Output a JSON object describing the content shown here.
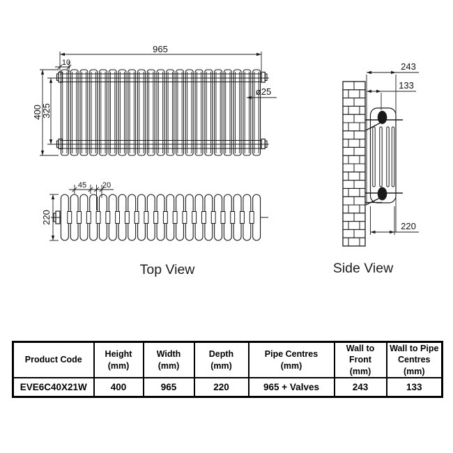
{
  "drawing": {
    "front_view": {
      "dim_width": "965",
      "dim_offset": "10",
      "dim_height_total": "400",
      "dim_pipe_centres_vertical": "325",
      "dim_tube_diameter": "ø25",
      "column_count": 21
    },
    "top_view": {
      "label": "Top View",
      "dim_section_pitch": "45",
      "dim_collar_width": "20",
      "dim_depth": "220",
      "column_count": 21
    },
    "side_view": {
      "label": "Side View",
      "dim_wall_to_front": "243",
      "dim_wall_to_pipe_centres": "133",
      "dim_depth": "220",
      "tube_count": 4
    }
  },
  "table": {
    "columns": [
      {
        "label": "Product Code",
        "unit": ""
      },
      {
        "label": "Height",
        "unit": "(mm)"
      },
      {
        "label": "Width",
        "unit": "(mm)"
      },
      {
        "label": "Depth",
        "unit": "(mm)"
      },
      {
        "label": "Pipe Centres",
        "unit": "(mm)"
      },
      {
        "label": "Wall to Front",
        "unit": "(mm)"
      },
      {
        "label": "Wall to Pipe Centres",
        "unit": "(mm)"
      }
    ],
    "rows": [
      [
        "EVE6C40X21W",
        "400",
        "965",
        "220",
        "965 + Valves",
        "243",
        "133"
      ]
    ]
  },
  "colors": {
    "line": "#1a1a1a",
    "background": "#ffffff",
    "text": "#111111"
  }
}
